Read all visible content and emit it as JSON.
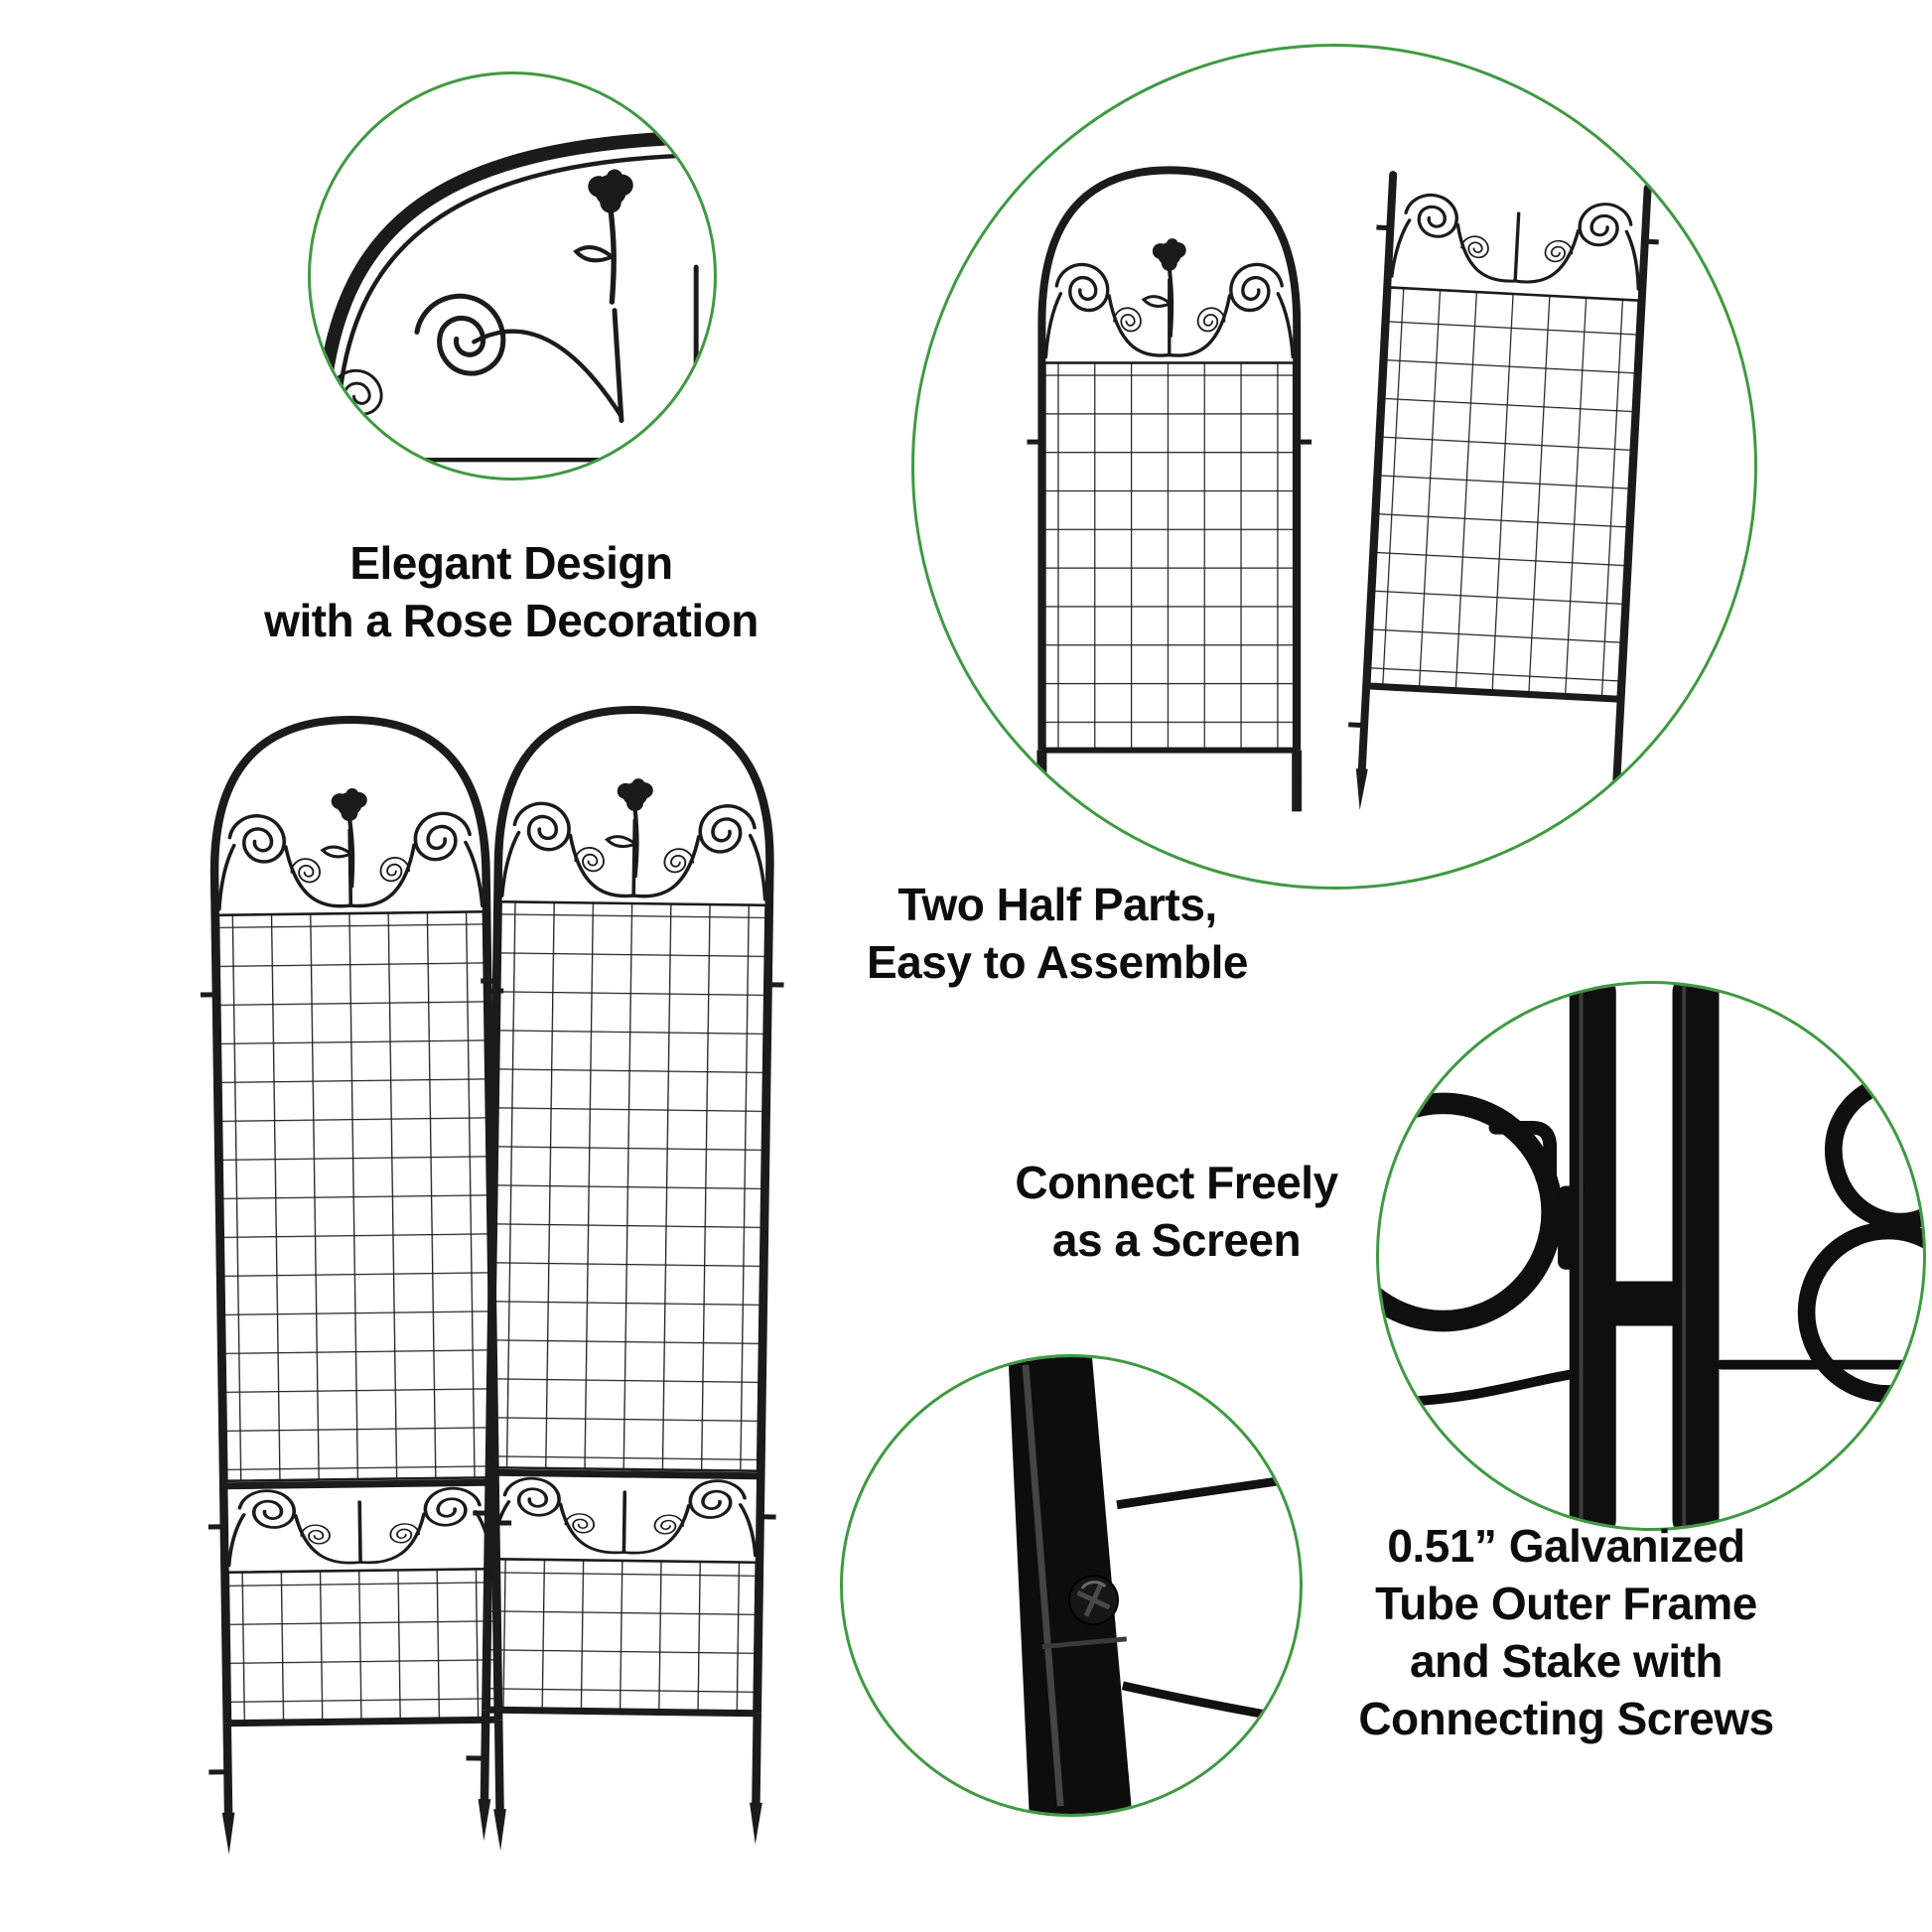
{
  "colors": {
    "accent_green": "#3f9a41",
    "ink": "#1b1b1b",
    "background": "#ffffff"
  },
  "captions": {
    "rose": {
      "lines": [
        "Elegant Design",
        "with a Rose Decoration"
      ]
    },
    "halves": {
      "lines": [
        "Two Half Parts,",
        "Easy to Assemble"
      ]
    },
    "screen": {
      "lines": [
        "Connect Freely",
        "as a Screen"
      ]
    },
    "frame": {
      "lines": [
        "0.51” Galvanized",
        "Tube Outer Frame",
        "and Stake with",
        "Connecting Screws"
      ]
    }
  }
}
